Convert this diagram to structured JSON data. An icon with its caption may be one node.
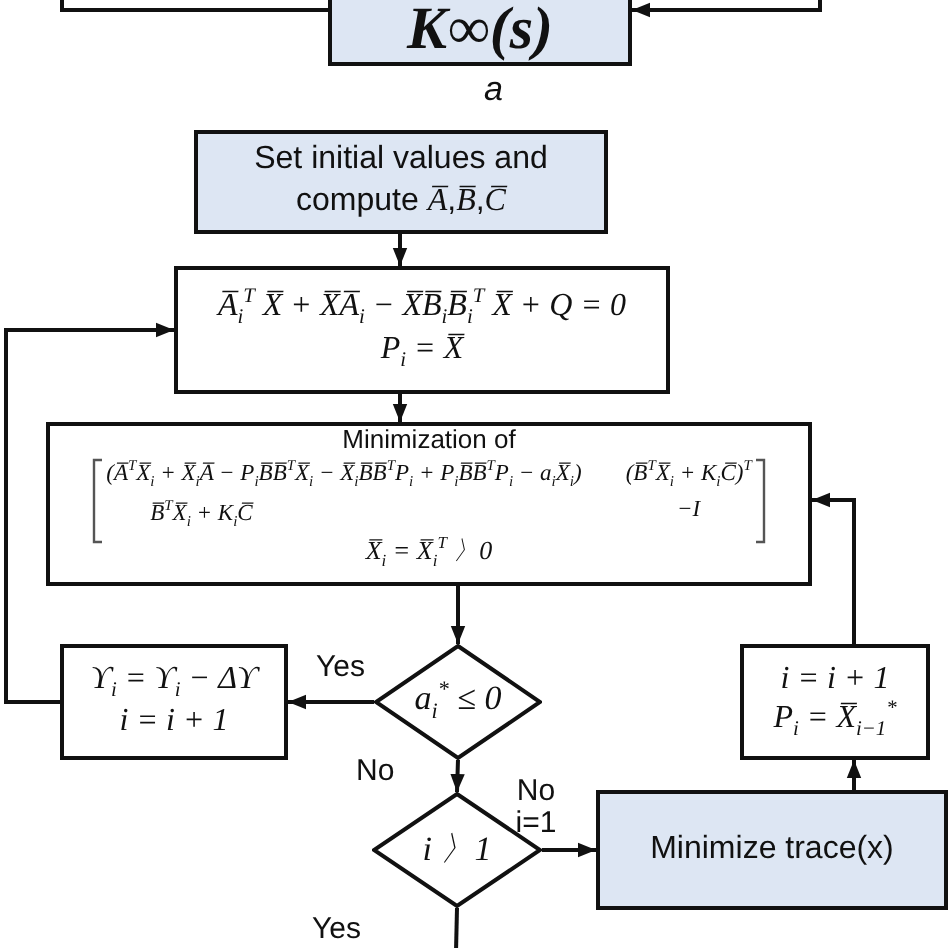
{
  "diagram": {
    "nodes": [
      {
        "text": [
          "K∞(s)"
        ]
      },
      {
        "text": [
          "Set initial values and compute *A̅*,*B̅*,*C̅*"
        ]
      },
      {
        "text": [
          "A̅$_{i}$$^{T}$ X̅ + X̅A̅$_{i}$ − X̅B̅$_{i}$B̅$_{i}$$^{T}$ X̅ + Q = 0",
          "P$_{i}$ = X̅"
        ]
      },
      {
        "text": [
          "Minimization of",
          "(A̅$^{T}$X̅$_{i}$ + X̅$_{i}$A̅ − P$_{i}$B̅B̅$^{T}$X̅$_{i}$ − X̅$_{i}$B̅B̅$^{T}$P$_{i}$ + P$_{i}$B̅B̅$^{T}$P$_{i}$ − a$_{i}$X̅$_{i}$)",
          "(B̅$^{T}$X̅$_{i}$ + K$_{i}$C̅)$^{T}$",
          "B̅$^{T}$X̅$_{i}$ + K$_{i}$C̅",
          "−I",
          "X̅$_{i}$ = X̅$_{i}$$^{T}$ 〉0"
        ]
      },
      {
        "text": [
          "a$_{i}$$^{*}$ ≤ 0"
        ]
      },
      {
        "text": [
          "ϒ$_{i}$ = ϒ$_{i}$ − Δϒ",
          "i = i + 1"
        ]
      },
      {
        "text": [
          "i 〉1"
        ]
      },
      {
        "text": [
          "Minimize trace(x)"
        ]
      },
      {
        "text": [
          "i = i + 1",
          "P$_{i}$ = X̅$_{i−1}$$^{*}$"
        ]
      }
    ],
    "edges": [
      {
        "from": null,
        "to": 0,
        "arrow": "to"
      },
      {
        "from": 0,
        "to": null,
        "arrow": "none"
      },
      {
        "from": 1,
        "to": 2,
        "arrow": "to"
      },
      {
        "from": 2,
        "to": 3,
        "arrow": "to"
      },
      {
        "from": 3,
        "to": 4,
        "arrow": "to"
      },
      {
        "from": 4,
        "to": 5,
        "arrow": "to",
        "label": "Yes"
      },
      {
        "from": 5,
        "to": 2,
        "arrow": "to"
      },
      {
        "from": 4,
        "to": 6,
        "arrow": "to",
        "label": "No"
      },
      {
        "from": 6,
        "to": 7,
        "arrow": "to",
        "label": "No i=1"
      },
      {
        "from": 7,
        "to": 8,
        "arrow": "to"
      },
      {
        "from": 8,
        "to": 3,
        "arrow": "to"
      },
      {
        "from": 6,
        "to": null,
        "arrow": "none",
        "label": "Yes"
      }
    ],
    "labels": [
      "a"
    ]
  }
}
